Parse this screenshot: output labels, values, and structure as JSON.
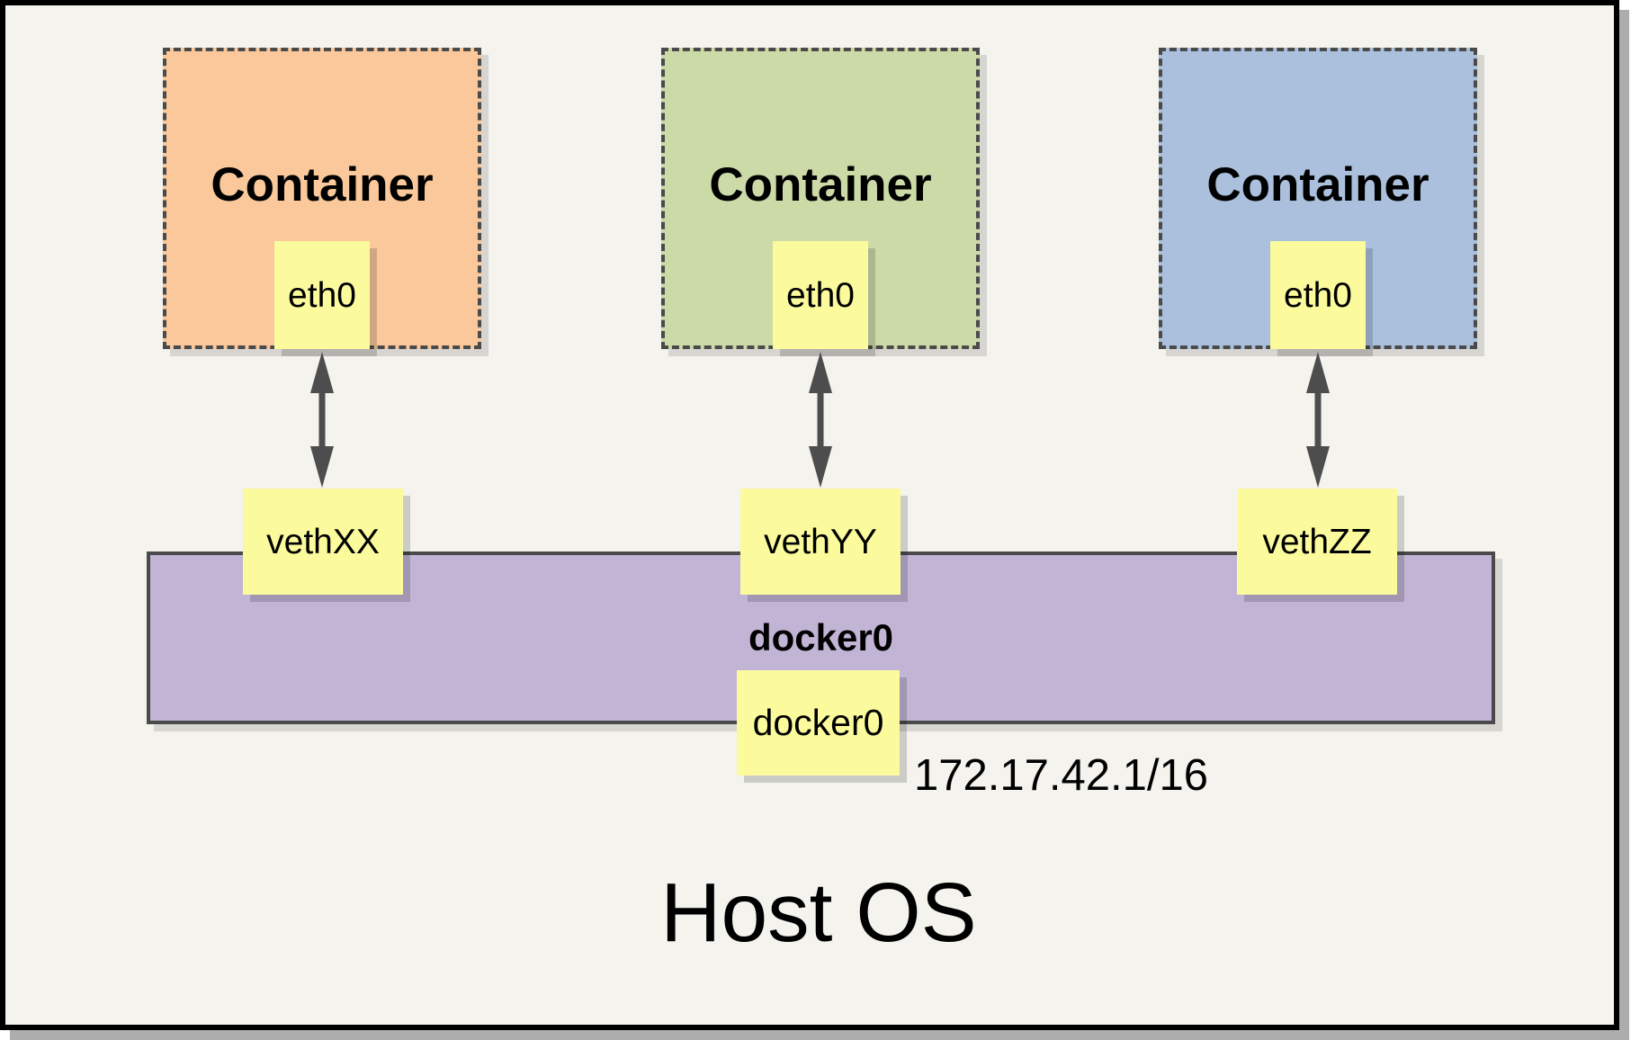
{
  "colors": {
    "background": "#F4F3EE",
    "frame_border": "#000000",
    "dashed_border": "#4A4A4A",
    "note_fill": "#FBFB9D",
    "arrow": "#4D4D4D"
  },
  "containers": [
    {
      "label": "Container",
      "interface": "eth0",
      "fill": "#FAC89A"
    },
    {
      "label": "Container",
      "interface": "eth0",
      "fill": "#CCDAA8"
    },
    {
      "label": "Container",
      "interface": "eth0",
      "fill": "#AAC0DC"
    }
  ],
  "veths": [
    {
      "label": "vethXX"
    },
    {
      "label": "vethYY"
    },
    {
      "label": "vethZZ"
    }
  ],
  "bridge": {
    "label": "docker0",
    "interface": "docker0",
    "ip": "172.17.42.1/16",
    "fill": "#C2B4D5"
  },
  "host": {
    "label": "Host OS"
  }
}
